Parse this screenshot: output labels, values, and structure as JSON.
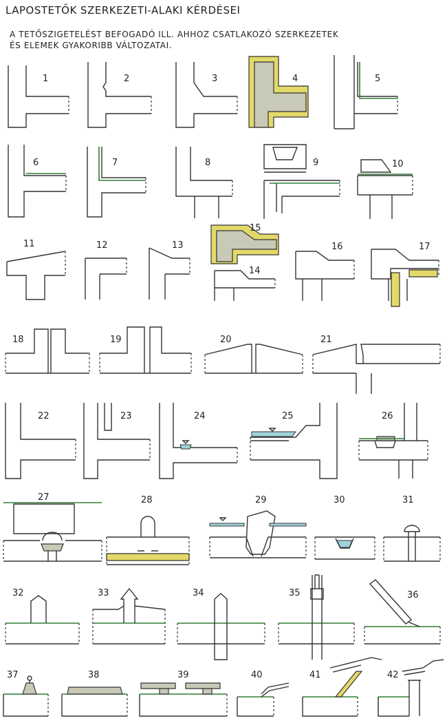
{
  "heading": {
    "title": "LAPOSTETŐK SZERKEZETI-ALAKI KÉRDÉSEI",
    "subtitle_line1": "A TETŐSZIGETELÉST BEFOGADÓ ILL. AHHOZ CSATLAKOZÓ SZERKEZETEK",
    "subtitle_line2": "ÉS ELEMEK GYAKORIBB VÁLTOZATAI."
  },
  "variants": [
    {
      "number": "1"
    },
    {
      "number": "2"
    },
    {
      "number": "3"
    },
    {
      "number": "4"
    },
    {
      "number": "5"
    },
    {
      "number": "6"
    },
    {
      "number": "7"
    },
    {
      "number": "8"
    },
    {
      "number": "9"
    },
    {
      "number": "10"
    },
    {
      "number": "11"
    },
    {
      "number": "12"
    },
    {
      "number": "13"
    },
    {
      "number": "14"
    },
    {
      "number": "15"
    },
    {
      "number": "16"
    },
    {
      "number": "17"
    },
    {
      "number": "18"
    },
    {
      "number": "19"
    },
    {
      "number": "20"
    },
    {
      "number": "21"
    },
    {
      "number": "22"
    },
    {
      "number": "23"
    },
    {
      "number": "24"
    },
    {
      "number": "25"
    },
    {
      "number": "26"
    },
    {
      "number": "27"
    },
    {
      "number": "28"
    },
    {
      "number": "29"
    },
    {
      "number": "30"
    },
    {
      "number": "31"
    },
    {
      "number": "32"
    },
    {
      "number": "33"
    },
    {
      "number": "34"
    },
    {
      "number": "35"
    },
    {
      "number": "36"
    },
    {
      "number": "37"
    },
    {
      "number": "38"
    },
    {
      "number": "39"
    },
    {
      "number": "40"
    },
    {
      "number": "41"
    },
    {
      "number": "42"
    }
  ],
  "colors": {
    "line": "#333333",
    "insulation": "#e3d96a",
    "membrane": "#2e7d32",
    "water": "#9fd3dc",
    "concrete_fill": "#c9c9b8"
  }
}
